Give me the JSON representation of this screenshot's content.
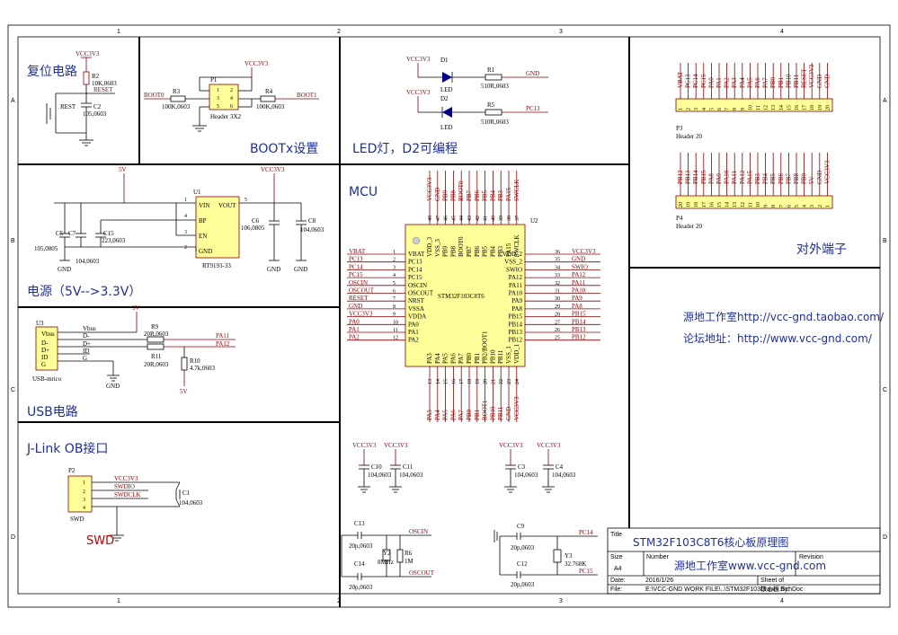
{
  "frame": {
    "cols": [
      "1",
      "2",
      "3",
      "4"
    ],
    "rows": [
      "A",
      "B",
      "C",
      "D"
    ]
  },
  "sections": {
    "reset": "复位电路",
    "boot": "BOOTx设置",
    "led": "LED灯，D2可编程",
    "power": "电源（5V-->3.3V）",
    "usb": "USB电路",
    "jlink": "J-Link OB接口",
    "swd": "SWD",
    "mcu": "MCU",
    "ports": "对外端子",
    "studio": "源地工作室http://vcc-gnd.taobao.com/",
    "forum": "论坛地址：http://www.vcc-gnd.com/"
  },
  "reset": {
    "vcc": "VCC3V3",
    "r2": "R2",
    "r2v": "10K,0603",
    "net": "RESET",
    "btn": "REST",
    "c2": "C2",
    "c2v": "105,0603",
    "gnd": "GND"
  },
  "boot": {
    "boot0": "BOOT0",
    "boot1": "BOOT1",
    "vcc": "VCC3V3",
    "p1": "P1",
    "r3": "R3",
    "r3v": "100K,0603",
    "r4": "R4",
    "r4v": "100K,0603",
    "hdr": "Header 3X2",
    "pins": [
      "1",
      "2",
      "3",
      "4",
      "5",
      "6"
    ]
  },
  "led": {
    "vcc1": "VCC3V3",
    "vcc2": "VCC3V3",
    "d1": "D1",
    "d2": "D2",
    "led1": "LED",
    "led2": "LED",
    "r1": "R1",
    "r1v": "510R,0603",
    "r5": "R5",
    "r5v": "510R,0603",
    "gnd": "GND",
    "pc13": "PC13"
  },
  "power": {
    "v5": "5V",
    "u1": "U1",
    "vin": "VIN",
    "vout": "VOUT",
    "bp": "BP",
    "en": "EN",
    "gnd": "GND",
    "part": "RT9193-33",
    "vcc": "VCC3V3",
    "c5": "C5",
    "c7": "C7",
    "c15": "C15",
    "c15v": "223,0603",
    "c5v": "105,0805",
    "c7v": "104,0603",
    "c6": "C6",
    "c6v": "106,0805",
    "c8": "C8",
    "c8v": "104,0603",
    "pins": [
      "1",
      "5",
      "4",
      "3",
      "2"
    ],
    "g": "GND"
  },
  "usb": {
    "v5": "5V",
    "u3": "U3",
    "vbus": "Vbus",
    "dm": "D-",
    "dp": "D+",
    "id": "ID",
    "g": "G",
    "r9": "R9",
    "r9v": "20R,0603",
    "r11": "R11",
    "r11v": "20R,0603",
    "pa11": "PA11",
    "pa12": "PA12",
    "r10": "R10",
    "r10v": "4.7k,0603",
    "gnd": "GND",
    "v5b": "5V",
    "left": [
      "Vbus",
      "D-",
      "D+",
      "ID",
      "G"
    ],
    "part": "USB-mrico"
  },
  "swd": {
    "p2": "P2",
    "nets": [
      "VCC3V3",
      "SWDIO",
      "SWDCLK",
      "GND"
    ],
    "pins": [
      "1",
      "2",
      "3",
      "4"
    ],
    "c1": "C1",
    "c1v": "104,0603",
    "name": "SWD",
    "gnd": "GND"
  },
  "mcu": {
    "ref": "U2",
    "part": "STM32F103C8T6",
    "left_nets": [
      "VBAT",
      "PC13",
      "PC14",
      "PC15",
      "OSCIN",
      "OSCOUT",
      "RESET",
      "GND",
      "VCC3V3",
      "PA0",
      "PA1",
      "PA2"
    ],
    "left_pins": [
      "VBAT",
      "PC13",
      "PC14",
      "PC15",
      "OSCIN",
      "OSCOUT",
      "NRST",
      "VSSA",
      "VDDA",
      "PA0",
      "PA1",
      "PA2"
    ],
    "left_nums": [
      "1",
      "2",
      "3",
      "4",
      "5",
      "6",
      "7",
      "8",
      "9",
      "10",
      "11",
      "12"
    ],
    "right_nets": [
      "VCC3V3",
      "GND",
      "SWIO",
      "PA12",
      "PA11",
      "PA10",
      "PA9",
      "PA8",
      "PB15",
      "PB14",
      "PB13",
      "PB12"
    ],
    "right_pins": [
      "VDD_2",
      "VSS_2",
      "SWIO",
      "PA12",
      "PA11",
      "PA10",
      "PA9",
      "PA8",
      "PB15",
      "PB14",
      "PB13",
      "PB12"
    ],
    "right_nums": [
      "36",
      "35",
      "34",
      "33",
      "32",
      "31",
      "30",
      "29",
      "28",
      "27",
      "26",
      "25"
    ],
    "top_nets": [
      "VCC3V3",
      "GND",
      "PB9",
      "PB8",
      "BOOT0",
      "PB7",
      "PB6",
      "PB5",
      "PB4",
      "PB3",
      "PA15",
      "SWCLK"
    ],
    "top_pins": [
      "VDD_3",
      "VSS_3",
      "PB9",
      "PB8",
      "BOOT0",
      "PB7",
      "PB6",
      "PB5",
      "PB4",
      "PB3",
      "PA15",
      "SWCLK"
    ],
    "top_nums": [
      "48",
      "47",
      "46",
      "45",
      "44",
      "43",
      "42",
      "41",
      "40",
      "39",
      "38",
      "37"
    ],
    "bot_nets": [
      "PA3",
      "PA4",
      "PA5",
      "PA6",
      "PA7",
      "PB0",
      "PB1",
      "BOOT1",
      "PB10",
      "PB11",
      "GND",
      "VCC3V3"
    ],
    "bot_pins": [
      "PA3",
      "PA4",
      "PA5",
      "PA6",
      "PA7",
      "PB0",
      "PB1",
      "PB2/BOOT1",
      "PB10",
      "PB11",
      "VSS_1",
      "VDD_1"
    ],
    "bot_nums": [
      "13",
      "14",
      "15",
      "16",
      "17",
      "18",
      "19",
      "20",
      "21",
      "22",
      "23",
      "24"
    ]
  },
  "decoup": {
    "vcc": "VCC3V3",
    "c10": "C10",
    "c10v": "104,0603",
    "c11": "C11",
    "c11v": "104,0603",
    "c3": "C3",
    "c3v": "104,0603",
    "c4": "C4",
    "c4v": "104,0603"
  },
  "osc": {
    "c13": "C13",
    "c13v": "20p,0603",
    "c14": "C14",
    "c14v": "20p,0603",
    "y2": "Y2",
    "y2v": "8MHz",
    "r6": "R6",
    "r6v": "1M",
    "oscin": "OSCIN",
    "oscout": "OSCOUT",
    "c9": "C9",
    "c9v": "20p,0603",
    "c12": "C12",
    "c12v": "20p,0603",
    "y3": "Y3",
    "y3v": "32.768K",
    "pc14": "PC14",
    "pc15": "PC15"
  },
  "p3": {
    "ref": "P3",
    "hdr": "Header 20",
    "nets": [
      "VBAT",
      "PC13",
      "PC14",
      "PC15",
      "PA0",
      "PA1",
      "PA2",
      "PA3",
      "PA4",
      "PA5",
      "PA6",
      "PA7",
      "PB0",
      "PB1",
      "PB10",
      "PB11",
      "RESET",
      "VCC3V3",
      "GND",
      "GND"
    ],
    "nums": [
      "1",
      "2",
      "3",
      "4",
      "5",
      "6",
      "7",
      "8",
      "9",
      "10",
      "11",
      "12",
      "13",
      "14",
      "15",
      "16",
      "17",
      "18",
      "19",
      "20"
    ]
  },
  "p4": {
    "ref": "P4",
    "hdr": "Header 20",
    "nets": [
      "PB12",
      "PB13",
      "PB14",
      "PB15",
      "PA8",
      "PA9",
      "PA10",
      "PA11",
      "PA12",
      "PA15",
      "PB3",
      "PB4",
      "PB5",
      "PB6",
      "PB7",
      "PB8",
      "PB9",
      "5V",
      "GND",
      "VCC3V3"
    ],
    "nums": [
      "20",
      "19",
      "18",
      "17",
      "16",
      "15",
      "14",
      "13",
      "12",
      "11",
      "10",
      "9",
      "8",
      "7",
      "6",
      "5",
      "4",
      "3",
      "2",
      "1"
    ]
  },
  "title": {
    "title_lbl": "Title",
    "title": "STM32F103C8T6核心板原理图",
    "size_lbl": "Size",
    "size": "A4",
    "number_lbl": "Number",
    "number": "源地工作室www.vcc-gnd.com",
    "revision_lbl": "Revision",
    "date_lbl": "Date:",
    "date": "2016/1/26",
    "file_lbl": "File:",
    "file": "E:\\VCC-GND WORK FILE\\..\\STM32F103核心板.SchDoc",
    "sheet_lbl": "Sheet  of",
    "drawn_lbl": "Drawn By:"
  }
}
